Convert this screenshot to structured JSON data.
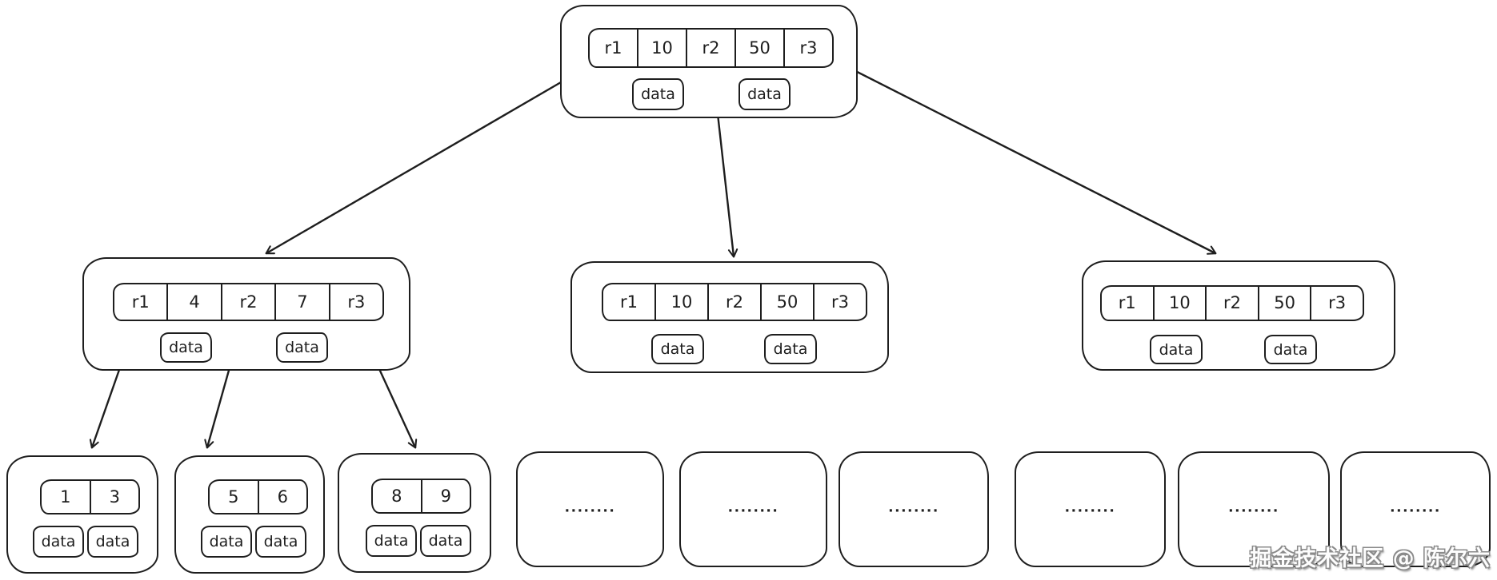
{
  "diagram": {
    "type": "btree-index-diagram",
    "data_label": "data",
    "dots": "........",
    "watermark": "掘金技术社区 @ 陈尔六",
    "stroke_color": "#1e1e1e",
    "background_color": "#ffffff",
    "root": {
      "cells": [
        "r1",
        "10",
        "r2",
        "50",
        "r3"
      ]
    },
    "internal": [
      {
        "id": "left",
        "cells": [
          "r1",
          "4",
          "r2",
          "7",
          "r3"
        ]
      },
      {
        "id": "middle",
        "cells": [
          "r1",
          "10",
          "r2",
          "50",
          "r3"
        ]
      },
      {
        "id": "right",
        "cells": [
          "r1",
          "10",
          "r2",
          "50",
          "r3"
        ]
      }
    ],
    "leaves": [
      {
        "cells": [
          "1",
          "3"
        ]
      },
      {
        "cells": [
          "5",
          "6"
        ]
      },
      {
        "cells": [
          "8",
          "9"
        ]
      }
    ],
    "empty_leaf_count": 6
  }
}
